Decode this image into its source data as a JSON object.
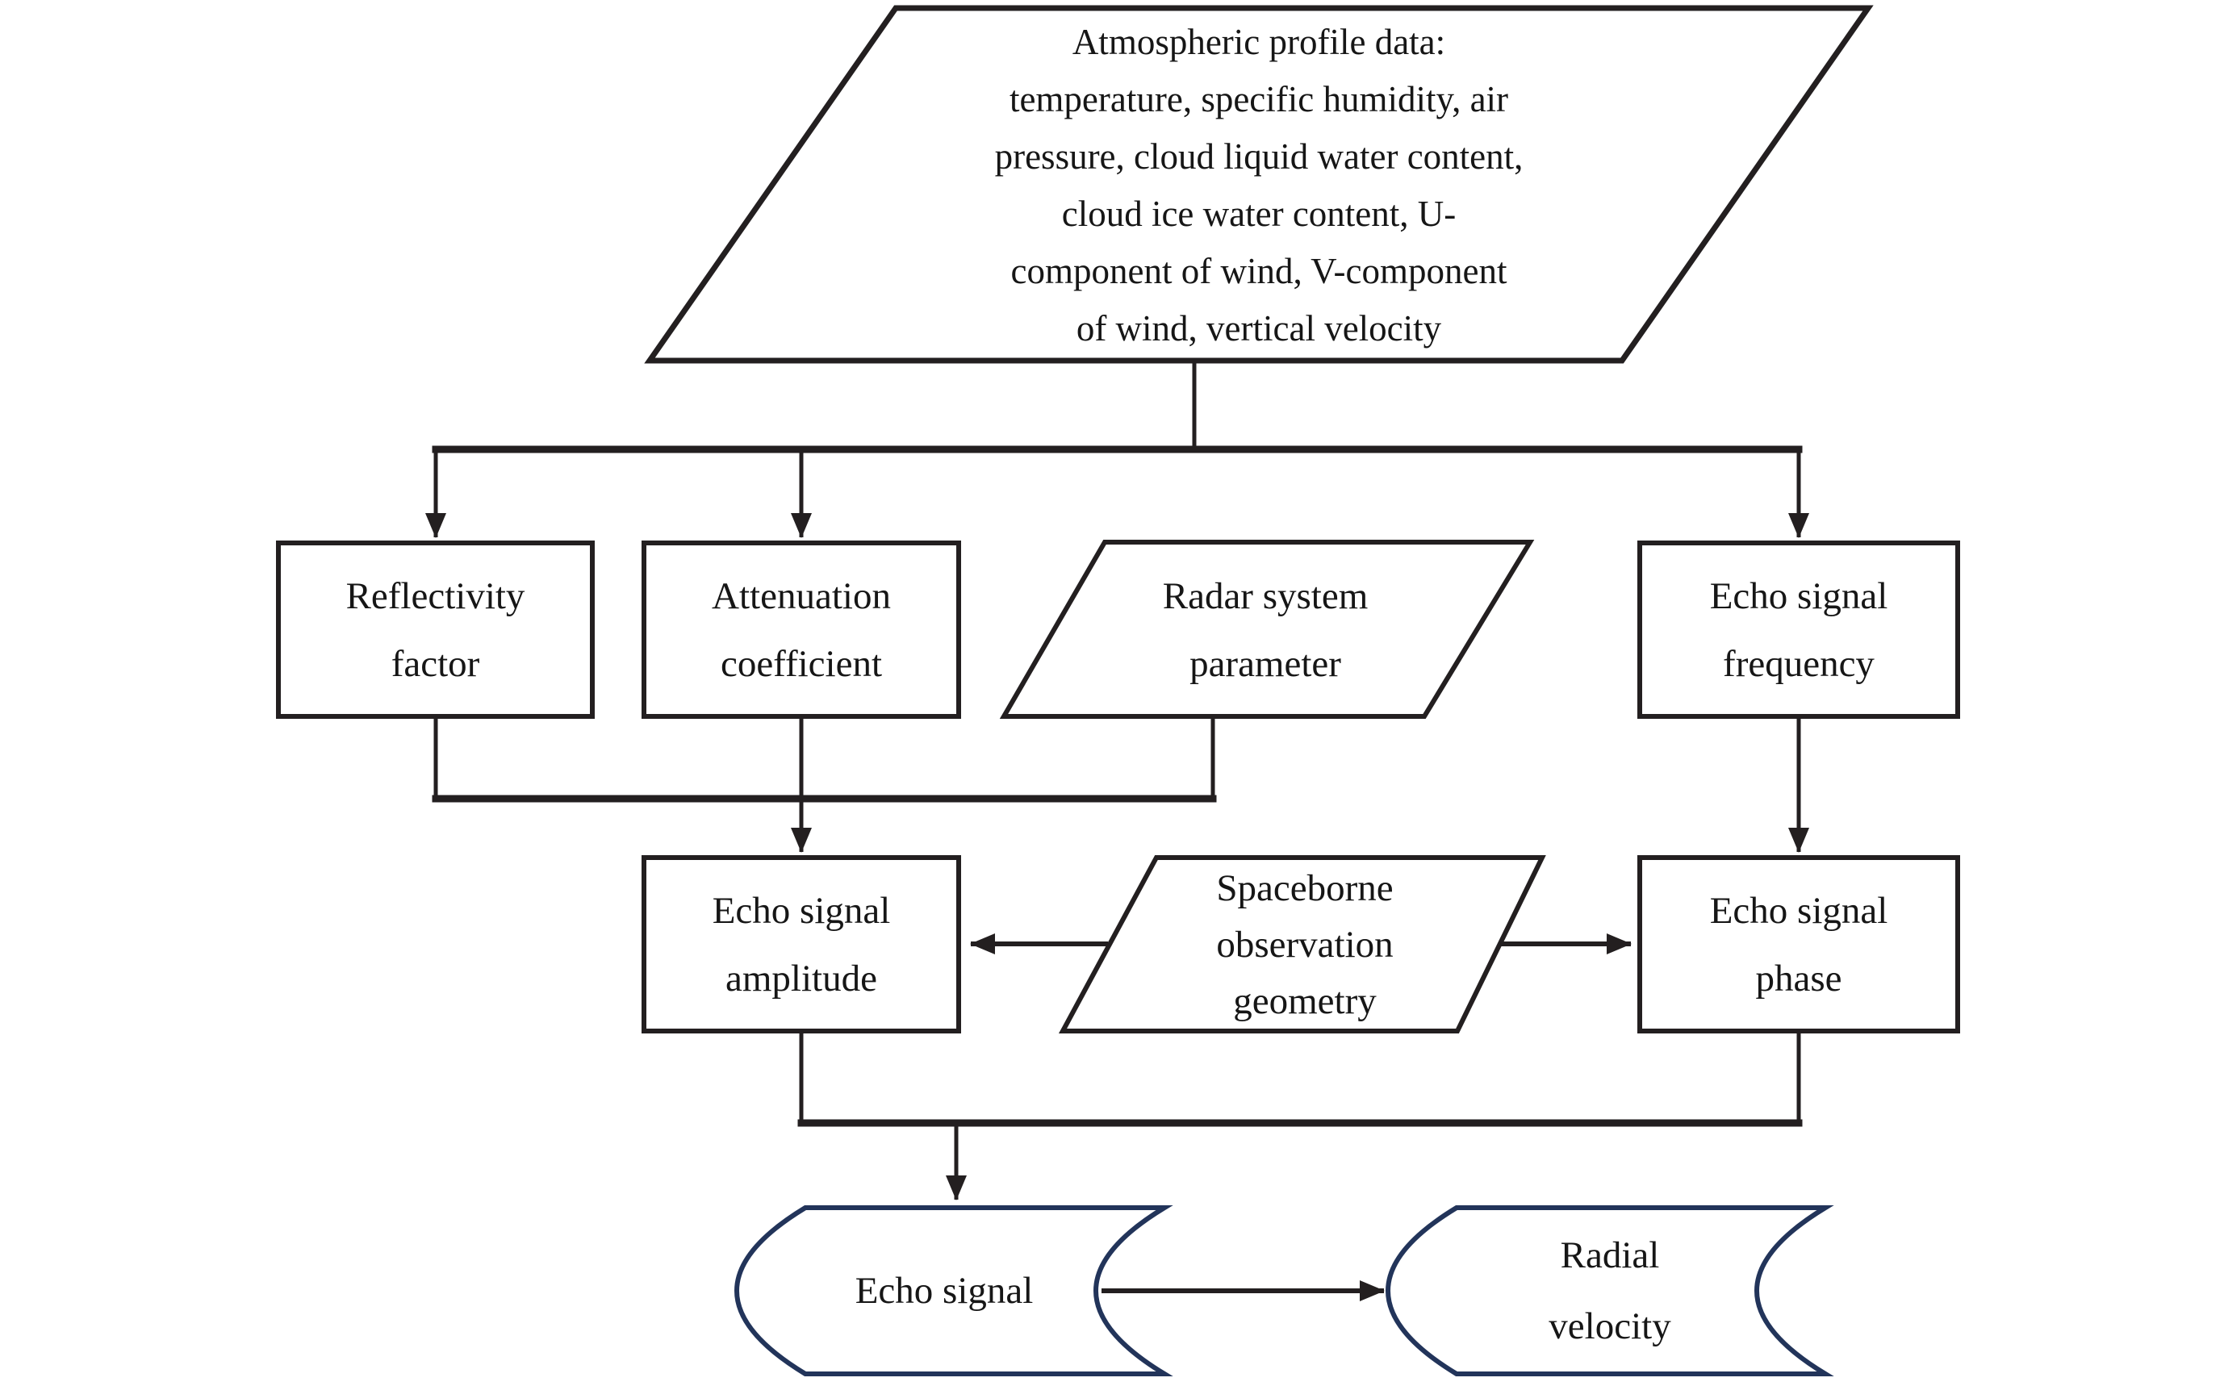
{
  "colors": {
    "background": "#ffffff",
    "line": "#231f20",
    "storage_outline": "#22345a",
    "text": "#161616"
  },
  "nodes": {
    "atmospheric_profile_data": {
      "shape": "parallelogram",
      "label": "Atmospheric profile data:\ntemperature, specific humidity, air\npressure, cloud liquid water content,\ncloud ice water content, U-\ncomponent of wind, V-component\nof wind, vertical velocity"
    },
    "reflectivity_factor": {
      "shape": "rectangle",
      "label": "Reflectivity\nfactor"
    },
    "attenuation_coefficient": {
      "shape": "rectangle",
      "label": "Attenuation\ncoefficient"
    },
    "radar_system_parameter": {
      "shape": "parallelogram",
      "label": "Radar system\nparameter"
    },
    "echo_signal_frequency": {
      "shape": "rectangle",
      "label": "Echo signal\nfrequency"
    },
    "echo_signal_amplitude": {
      "shape": "rectangle",
      "label": "Echo signal\namplitude"
    },
    "spaceborne_observation_geometry": {
      "shape": "parallelogram",
      "label": "Spaceborne\nobservation\ngeometry"
    },
    "echo_signal_phase": {
      "shape": "rectangle",
      "label": "Echo signal\nphase"
    },
    "echo_signal": {
      "shape": "stored-data",
      "label": "Echo signal"
    },
    "radial_velocity": {
      "shape": "stored-data",
      "label": "Radial\nvelocity"
    }
  },
  "edges": [
    {
      "from": "atmospheric_profile_data",
      "to": "reflectivity_factor"
    },
    {
      "from": "atmospheric_profile_data",
      "to": "attenuation_coefficient"
    },
    {
      "from": "atmospheric_profile_data",
      "to": "echo_signal_frequency"
    },
    {
      "from": "reflectivity_factor",
      "to": "echo_signal_amplitude"
    },
    {
      "from": "attenuation_coefficient",
      "to": "echo_signal_amplitude"
    },
    {
      "from": "radar_system_parameter",
      "to": "echo_signal_amplitude"
    },
    {
      "from": "echo_signal_frequency",
      "to": "echo_signal_phase"
    },
    {
      "from": "spaceborne_observation_geometry",
      "to": "echo_signal_amplitude"
    },
    {
      "from": "spaceborne_observation_geometry",
      "to": "echo_signal_phase"
    },
    {
      "from": "echo_signal_amplitude",
      "to": "echo_signal"
    },
    {
      "from": "echo_signal_phase",
      "to": "echo_signal"
    },
    {
      "from": "echo_signal",
      "to": "radial_velocity"
    }
  ]
}
